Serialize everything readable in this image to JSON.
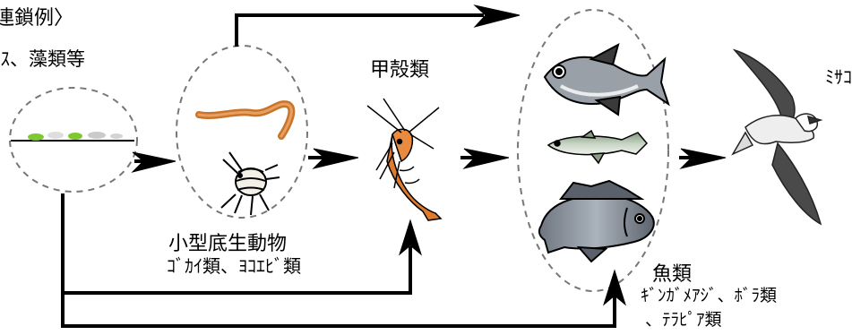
{
  "title": "連鎖例〉",
  "nodes": {
    "source": {
      "label": "ﾀｽ、藻類等"
    },
    "benthos": {
      "label": "小型底生動物",
      "sublabel": "ｺﾞｶｲ類、ﾖｺｴﾋﾞ類"
    },
    "crustacea": {
      "label": "甲殻類"
    },
    "fish": {
      "label": "魚類",
      "sublabel_line1": "ｷﾞﾝｶﾞﾒｱｼﾞ、ﾎﾞﾗ類",
      "sublabel_line2": "、ﾃﾗﾋﾟｱ類"
    },
    "bird": {
      "label": "ﾐｻｺﾞ"
    }
  },
  "colors": {
    "arrow": "#000000",
    "dashed_outline": "#777777",
    "worm": "#c8742a",
    "shrimp": "#e07a2c",
    "algae": "#7ec832",
    "fish_grey": "#9aa0a8",
    "bird_dark": "#4a4a4a"
  },
  "icons": [
    "worm-icon",
    "amphipod-icon",
    "shrimp-icon",
    "trevally-fish-icon",
    "mullet-fish-icon",
    "tilapia-fish-icon",
    "osprey-icon",
    "algae-icon"
  ]
}
